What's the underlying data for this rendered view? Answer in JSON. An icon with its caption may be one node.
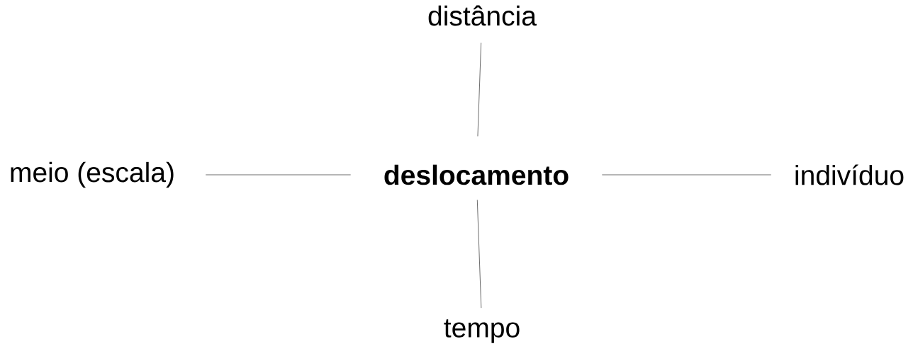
{
  "diagram": {
    "nodes": [
      {
        "text": [
          "deslocamento"
        ]
      },
      {
        "text": [
          "distância"
        ]
      },
      {
        "text": [
          "meio (escala)"
        ]
      },
      {
        "text": [
          "indivíduo"
        ]
      },
      {
        "text": [
          "tempo"
        ]
      }
    ],
    "edges": [
      {
        "from": 0,
        "to": 1,
        "arrow": "none"
      },
      {
        "from": 0,
        "to": 2,
        "arrow": "none"
      },
      {
        "from": 0,
        "to": 3,
        "arrow": "none"
      },
      {
        "from": 0,
        "to": 4,
        "arrow": "none"
      }
    ]
  }
}
